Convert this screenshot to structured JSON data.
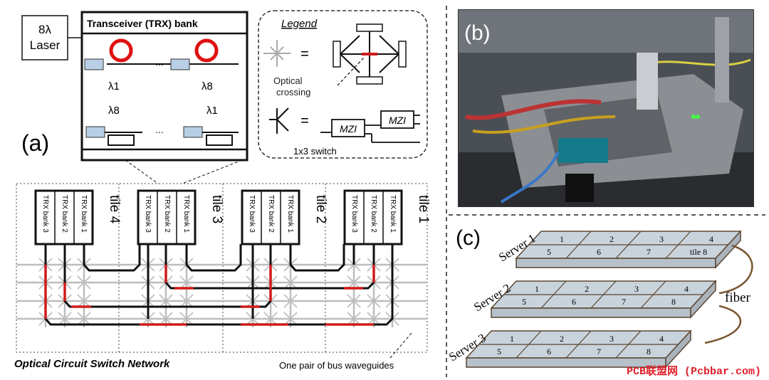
{
  "panel_a": {
    "label": "(a)",
    "laser": {
      "line1": "8λ",
      "line2": "Laser"
    },
    "trx_bank": {
      "title": "Transceiver (TRX) bank",
      "ellipsis": "...",
      "lambda_1": "λ1",
      "lambda_8": "λ8"
    },
    "legend": {
      "title": "Legend",
      "equals": "=",
      "optical_crossing": "Optical\ncrossing",
      "mzi": "MZI",
      "switch": "1x3 switch"
    },
    "tiles": [
      "tile 4",
      "tile 3",
      "tile 2",
      "tile 1"
    ],
    "banks": [
      "TRX bank 3",
      "TRX bank 2",
      "TRX bank 1"
    ],
    "network_title": "Optical Circuit Switch Network",
    "bus_label": "One pair of bus waveguides"
  },
  "panel_b": {
    "label": "(b)"
  },
  "panel_c": {
    "label": "(c)",
    "servers": [
      {
        "name": "Server 1",
        "tiles_back": [
          "1",
          "2",
          "3",
          "4"
        ],
        "tiles_front": [
          "5",
          "6",
          "7",
          "tile 8"
        ]
      },
      {
        "name": "Server 2",
        "tiles_back": [
          "1",
          "2",
          "3",
          "4"
        ],
        "tiles_front": [
          "5",
          "6",
          "7",
          "8"
        ]
      },
      {
        "name": "Server 3",
        "tiles_back": [
          "1",
          "2",
          "3",
          "4"
        ],
        "tiles_front": [
          "5",
          "6",
          "7",
          "8"
        ]
      }
    ],
    "fiber": "fiber"
  },
  "watermark": "PCB联盟网 (Pcbbar.com)",
  "colors": {
    "route": "#d11a1a",
    "grid": "#bdbdbd",
    "ring": "#e01010",
    "coupler": "#b8cfe6",
    "board": "#c9d3dc"
  }
}
